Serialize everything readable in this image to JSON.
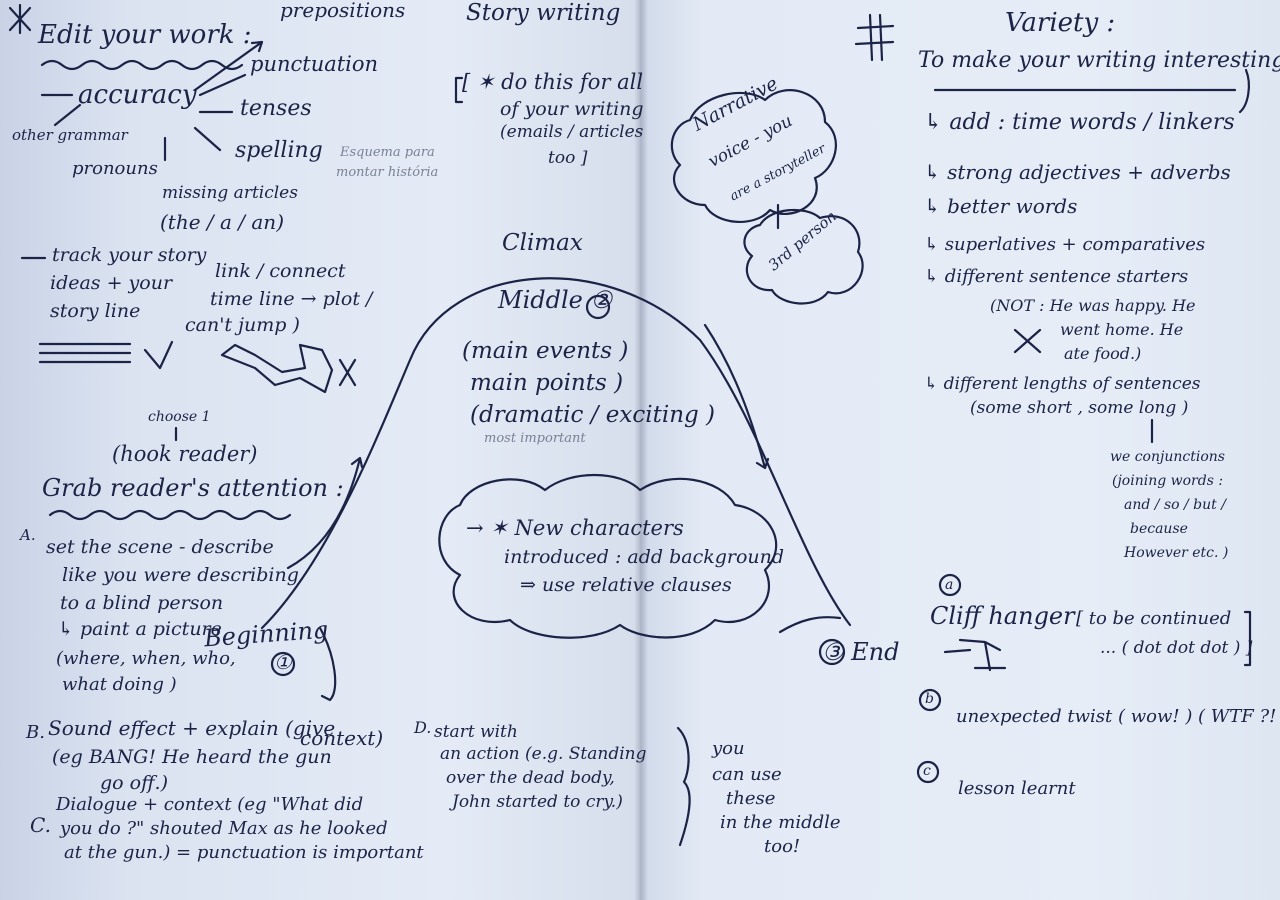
{
  "left_page": {
    "edit": {
      "heading": "Edit your work :",
      "prepositions": "prepositions",
      "punctuation": "punctuation",
      "accuracy": "accuracy",
      "tenses": "tenses",
      "other_grammar": "other grammar",
      "pronouns": "pronouns",
      "spelling": "spelling",
      "pencil_note": [
        "Esquema para",
        "montar história"
      ],
      "missing_articles": [
        "missing articles",
        "(the / a / an)"
      ],
      "track": [
        "track your story",
        "ideas + your",
        "story line",
        "link / connect",
        "time line → plot /",
        "can't jump )"
      ]
    },
    "story_writing": {
      "title": "Story writing",
      "note": [
        "[ ✶ do this for all",
        "of your writing",
        "(emails / articles",
        "too ]"
      ]
    },
    "grab": {
      "choose": "choose 1",
      "hook": "(hook reader)",
      "heading": "Grab reader's attention :",
      "a_marker": "A.",
      "a": [
        "set the scene - describe",
        "like you were describing",
        "to a  blind person",
        "↳ paint a picture",
        "(where, when, who,",
        "what doing )"
      ],
      "b_marker": "B.",
      "b": [
        "Sound effect + explain (give",
        "(eg BANG! He heard the gun",
        "go off.)"
      ],
      "b_context": "context)",
      "c_marker": "C.",
      "c": [
        "Dialogue + context (eg \"What did",
        "you do ?\" shouted Max as he looked",
        "at the gun.) = punctuation is important"
      ],
      "d_marker": "D.",
      "d": [
        "start with",
        "an action (e.g. Standing",
        "over the dead body,",
        "John started to cry.)"
      ],
      "middle_note": [
        "you",
        "can use",
        "these",
        "in the middle",
        "too!"
      ]
    }
  },
  "arc": {
    "climax": "Climax",
    "middle": "Middle ②",
    "middle_points": [
      "(main events )",
      "main points )",
      "(dramatic / exciting )"
    ],
    "most_important": "most important",
    "beginning": "Beginning",
    "beginning_num": "①",
    "end": "③  End",
    "new_characters": [
      "→ ✶ New characters",
      "introduced : add background",
      "⇒ use relative clauses"
    ]
  },
  "right_page": {
    "narrative": [
      "Narrative",
      "voice - you",
      "are a storyteller"
    ],
    "third_person": "3rd person",
    "variety": {
      "title": "Variety :",
      "subtitle": "To make your writing interesting :",
      "items": [
        "↳ add : time words / linkers",
        "↳ strong adjectives + adverbs",
        "↳ better words",
        "↳ superlatives + comparatives",
        "↳ different sentence starters"
      ],
      "not_example": [
        "(NOT :  He was happy. He",
        "went home. He",
        "ate food.)"
      ],
      "lengths": [
        "↳ different lengths of sentences",
        "(some short , some long )"
      ],
      "conjunctions": [
        "we conjunctions",
        "(joining words :",
        "and / so / but /",
        "because",
        "However etc. )"
      ]
    },
    "endings": {
      "a_marker": "a",
      "a": "Cliff hanger",
      "a_note": [
        "[ to be continued",
        "... ( dot dot dot ) ]"
      ],
      "b_marker": "b",
      "b": "unexpected twist ( wow! ) ( WTF ?! )",
      "c_marker": "c",
      "c": "lesson learnt"
    }
  }
}
